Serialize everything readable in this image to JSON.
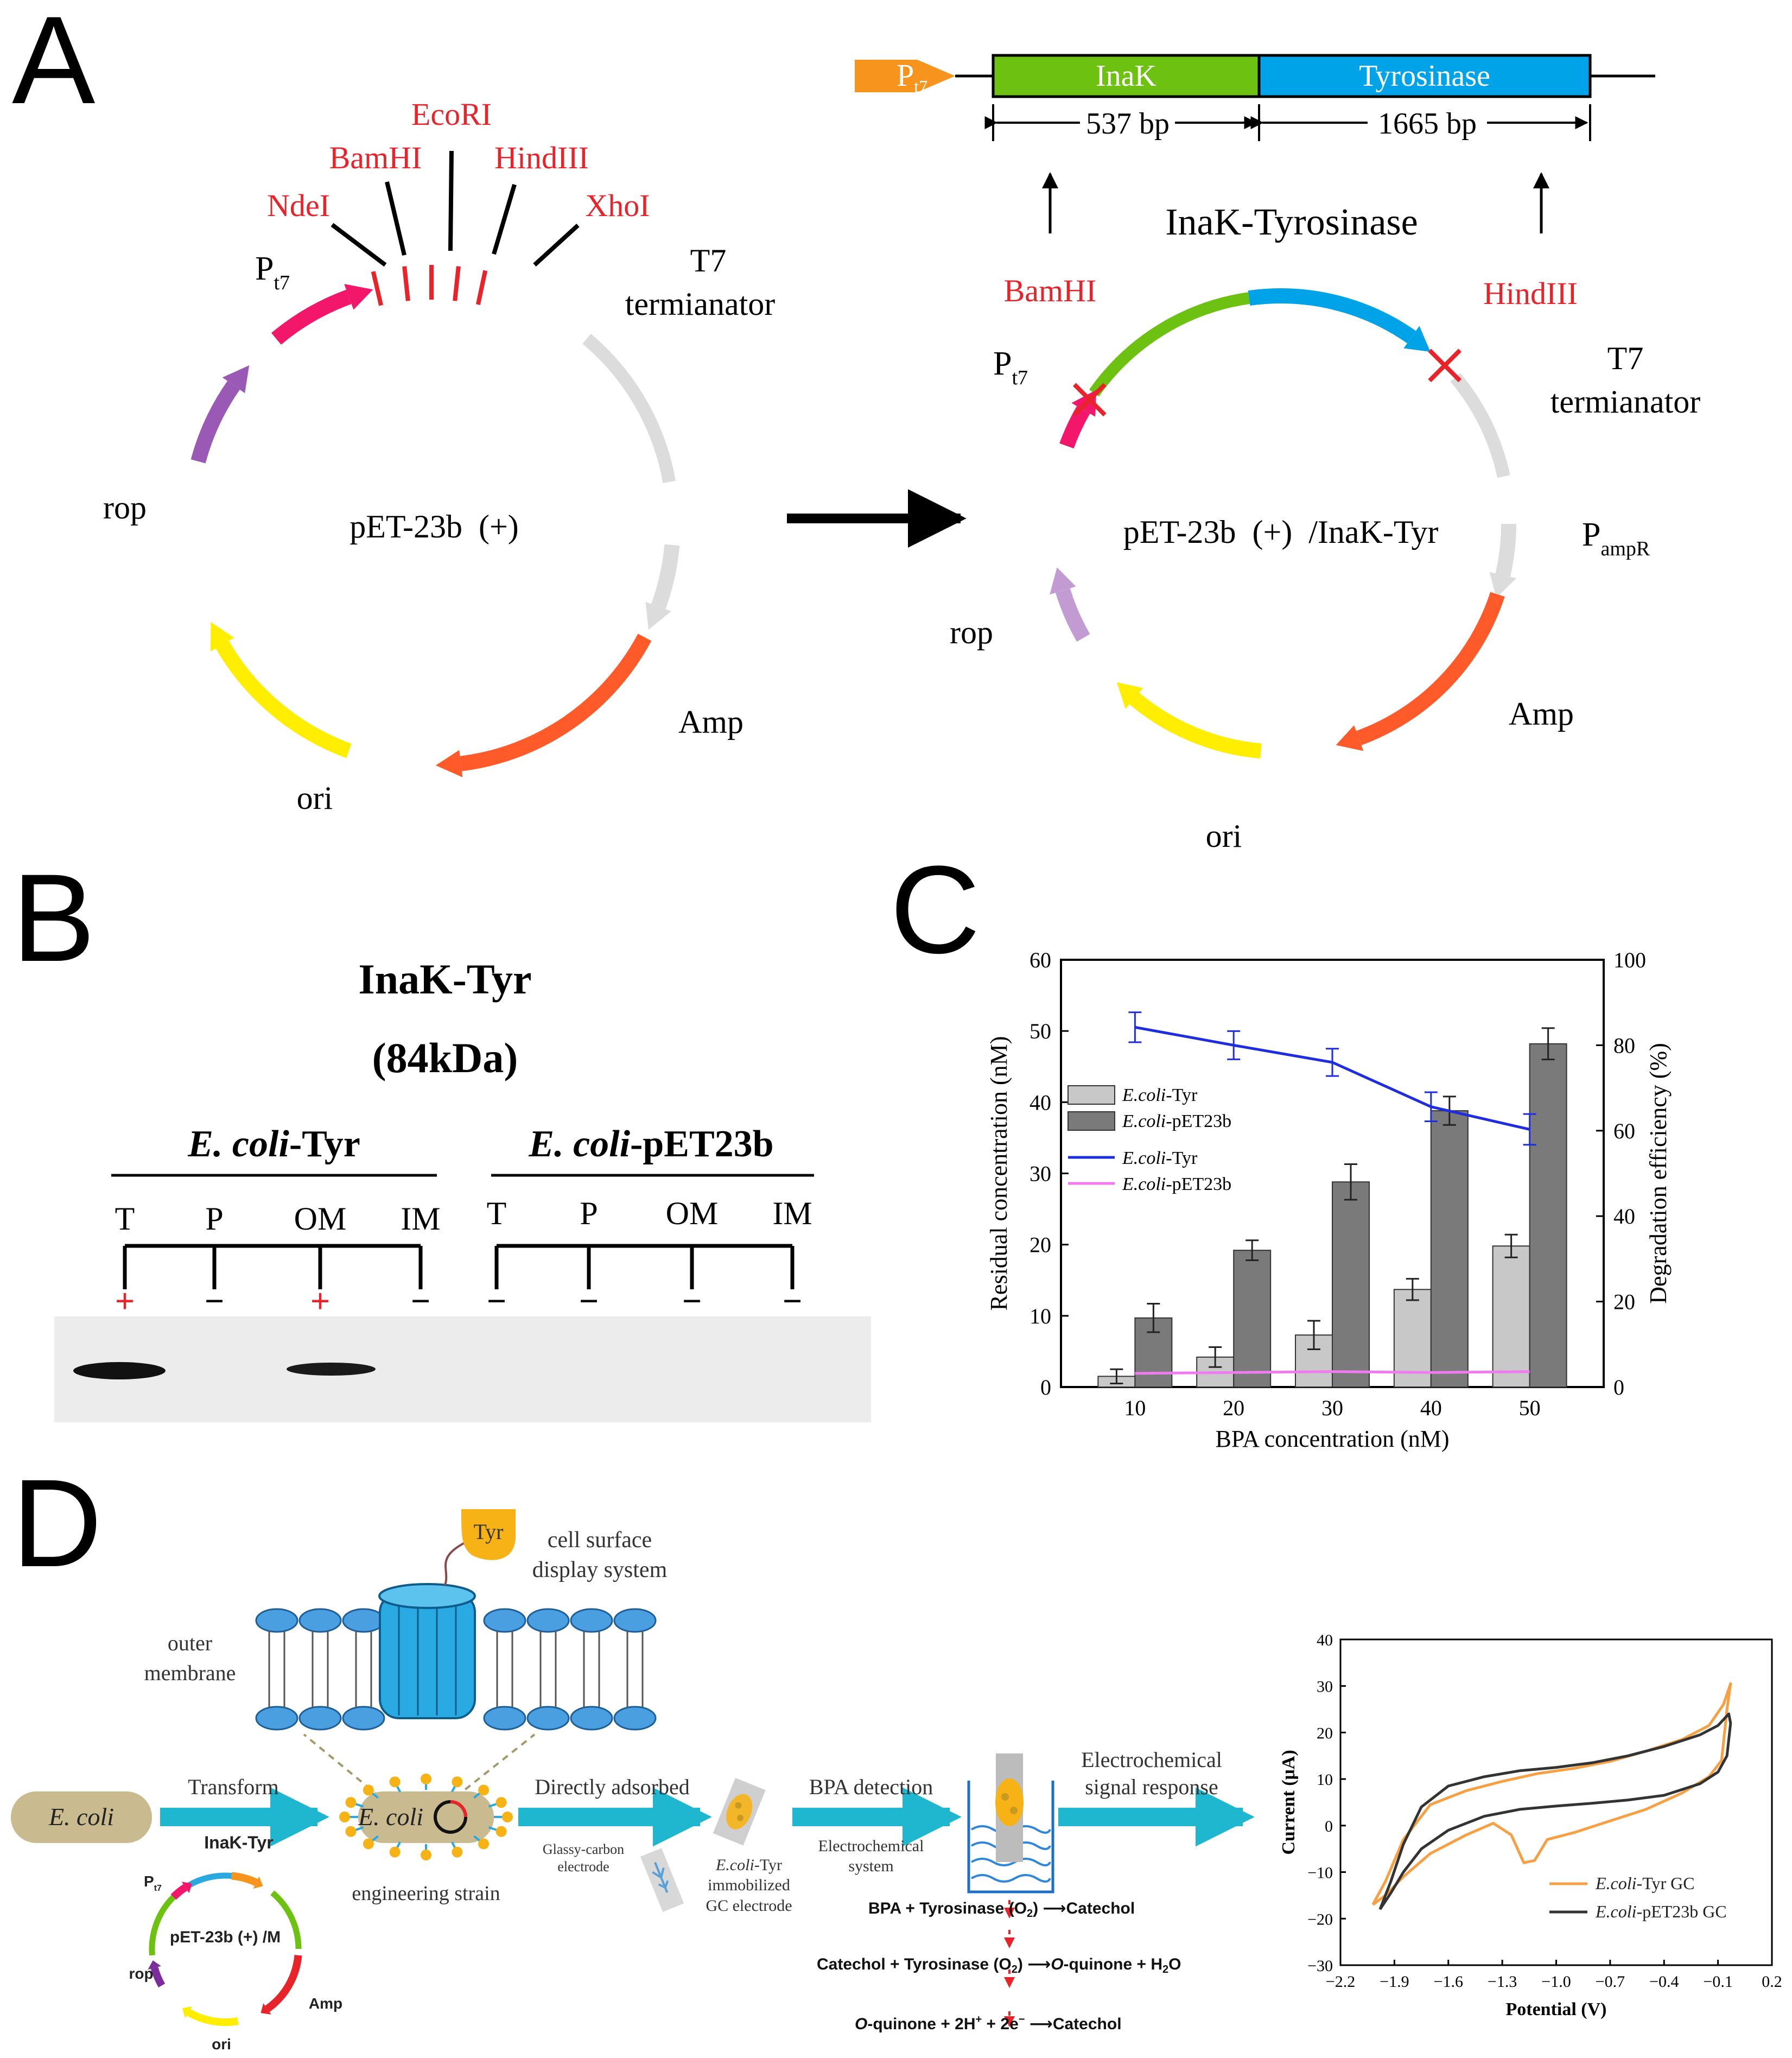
{
  "panels": {
    "a": "A",
    "b": "B",
    "c": "C",
    "d": "D"
  },
  "panel_a": {
    "cassette": {
      "promoter": "P",
      "promoter_sub": "t7",
      "inak": "InaK",
      "tyr": "Tyrosinase",
      "inak_bp": "537 bp",
      "tyr_bp": "1665 bp"
    },
    "left_plasmid": {
      "name": "pET-23b  (+)",
      "sites": [
        "NdeI",
        "BamHI",
        "EcoRI",
        "HindIII",
        "XhoI"
      ],
      "pt7": "P",
      "pt7_sub": "t7",
      "t7_line1": "T7",
      "t7_line2": "termianator",
      "rop": "rop",
      "amp": "Amp",
      "ori": "ori"
    },
    "right_plasmid": {
      "title": "InaK-Tyrosinase",
      "name": "pET-23b  (+)  /InaK-Tyr",
      "bamhi": "BamHI",
      "hindiii": "HindIII",
      "pt7": "P",
      "pt7_sub": "t7",
      "t7_line1": "T7",
      "t7_line2": "termianator",
      "pampr": "P",
      "pampr_sub": "ampR",
      "rop": "rop",
      "amp": "Amp",
      "ori": "ori"
    },
    "colors": {
      "red_label": "#e8232a",
      "promoter_orange": "#f7941d",
      "inak_green": "#6cc111",
      "tyr_blue": "#00a2e8",
      "pink": "#f2176a",
      "grey": "#dcdcdc",
      "orange_red": "#ff5a2a",
      "yellow": "#ffee00",
      "purple": "#9b59b6"
    }
  },
  "panel_b": {
    "title": "InaK-Tyr",
    "mass": "(84kDa)",
    "group1_italic": "E. coli",
    "group1_rest": "-Tyr",
    "group2_italic": "E. coli",
    "group2_rest": "-pET23b",
    "lanes1": [
      "T",
      "P",
      "OM",
      "IM"
    ],
    "lanes2": [
      "T",
      "P",
      "OM",
      "IM"
    ],
    "signs1": [
      "+",
      "−",
      "+",
      "−"
    ],
    "signs2": [
      "−",
      "−",
      "−",
      "−"
    ]
  },
  "chart_data": [
    {
      "type": "bar",
      "panel": "C",
      "categories": [
        "10",
        "20",
        "30",
        "40",
        "50"
      ],
      "xlabel": "BPA concentration (nM)",
      "ylabel": "Residual concentration (nM)",
      "y2label": "Degradation efficiency (%)",
      "ylim": [
        0,
        60
      ],
      "y2lim": [
        0,
        100
      ],
      "yticks": [
        0,
        10,
        20,
        30,
        40,
        50,
        60
      ],
      "y2ticks": [
        0,
        20,
        40,
        60,
        80,
        100
      ],
      "legend_position": "left, middle",
      "bar_series": [
        {
          "name": "E.coli-Tyr",
          "name_italic": "E.coli",
          "name_rest": "-Tyr",
          "values": [
            1.5,
            4.2,
            7.3,
            13.7,
            19.8
          ],
          "errors": [
            1.0,
            1.4,
            2.0,
            1.5,
            1.6
          ],
          "color": "#c8c8c8"
        },
        {
          "name": "E.coli-pET23b",
          "name_italic": "E.coli",
          "name_rest": "-pET23b",
          "values": [
            9.7,
            19.2,
            28.8,
            38.8,
            48.2
          ],
          "errors": [
            2.0,
            1.4,
            2.5,
            2.0,
            2.2
          ],
          "color": "#7a7a7a"
        }
      ],
      "line_series": [
        {
          "name": "E.coli-Tyr",
          "name_italic": "E.coli",
          "name_rest": "-Tyr",
          "axis": "right",
          "values": [
            84.2,
            80.0,
            76.0,
            65.6,
            60.3
          ],
          "errors": [
            3.5,
            3.3,
            3.2,
            3.4,
            3.6
          ],
          "color": "#1f2de0"
        },
        {
          "name": "E.coli-pET23b",
          "name_italic": "E.coli",
          "name_rest": "-pET23b",
          "axis": "right",
          "values": [
            3.2,
            3.4,
            3.6,
            3.4,
            3.6
          ],
          "color": "#f07bf0"
        }
      ]
    },
    {
      "type": "line",
      "panel": "D",
      "xlabel": "Potential (V)",
      "ylabel": "Current (μA)",
      "xlim": [
        -2.2,
        0.2
      ],
      "ylim": [
        -30,
        40
      ],
      "xticks": [
        -2.2,
        -1.9,
        -1.6,
        -1.3,
        -1.0,
        -0.7,
        -0.4,
        -0.1,
        0.2
      ],
      "xtick_labels": [
        "−2.2",
        "−1.9",
        "−1.6",
        "−1.3",
        "−1.0",
        "−0.7",
        "−0.4",
        "−0.1",
        "0.2"
      ],
      "yticks": [
        -30,
        -20,
        -10,
        0,
        10,
        20,
        30,
        40
      ],
      "ytick_labels": [
        "−30",
        "−20",
        "−10",
        "0",
        "10",
        "20",
        "30",
        "40"
      ],
      "legend_position": "bottom-right",
      "series": [
        {
          "name": "E.coli-Tyr GC",
          "name_italic": "E.coli",
          "name_rest": "-Tyr GC",
          "color": "#f7a043",
          "x": [
            -2.02,
            -1.95,
            -1.85,
            -1.7,
            -1.5,
            -1.3,
            -1.1,
            -0.9,
            -0.7,
            -0.5,
            -0.3,
            -0.15,
            -0.07,
            -0.03,
            -0.05,
            -0.08,
            -0.15,
            -0.3,
            -0.5,
            -0.7,
            -0.9,
            -1.05,
            -1.12,
            -1.18,
            -1.25,
            -1.35,
            -1.5,
            -1.7,
            -1.85,
            -1.95,
            -2.02
          ],
          "y": [
            -17,
            -12,
            -3,
            4.5,
            7.5,
            9.5,
            11.2,
            12.3,
            13.8,
            16.0,
            18.5,
            21.5,
            26.0,
            30.5,
            25.0,
            14.0,
            10.5,
            7.0,
            3.5,
            1.0,
            -1.5,
            -3.0,
            -7.5,
            -8.0,
            -2.0,
            0.5,
            -2.0,
            -6.0,
            -11.0,
            -15.0,
            -17.0
          ]
        },
        {
          "name": "E.coli-pET23b GC",
          "name_italic": "E.coli",
          "name_rest": "-pET23b GC",
          "color": "#333333",
          "x": [
            -1.98,
            -1.92,
            -1.85,
            -1.75,
            -1.6,
            -1.4,
            -1.2,
            -1.0,
            -0.8,
            -0.6,
            -0.4,
            -0.2,
            -0.1,
            -0.04,
            -0.03,
            -0.05,
            -0.1,
            -0.2,
            -0.4,
            -0.6,
            -0.8,
            -1.0,
            -1.2,
            -1.4,
            -1.6,
            -1.75,
            -1.85,
            -1.92,
            -1.98
          ],
          "y": [
            -18,
            -12,
            -4,
            4,
            8.5,
            10.5,
            11.8,
            12.5,
            13.5,
            15.0,
            17.0,
            19.5,
            21.5,
            24.0,
            22.0,
            15.0,
            11.5,
            9.0,
            6.5,
            5.5,
            4.8,
            4.2,
            3.5,
            2.0,
            -1.0,
            -5.0,
            -10.0,
            -14.5,
            -18.0
          ]
        }
      ]
    }
  ],
  "panel_d": {
    "tyr": "Tyr",
    "cell_surface_1": "cell surface",
    "cell_surface_2": "display  system",
    "outer_1": "outer",
    "outer_2": "membrane",
    "ecoli": "E. coli",
    "transform": "Transform",
    "inak_tyr": "InaK-Tyr",
    "engineering": "engineering strain",
    "directly": "Directly adsorbed",
    "gce_1": "Glassy-carbon",
    "gce_2": "electrode",
    "imm_1_italic": "E.coli",
    "imm_1_rest": "-Tyr",
    "imm_2": "immobilized",
    "imm_3": "GC electrode",
    "bpa_det": "BPA detection",
    "echem_1": "Electrochemical",
    "echem_2": "system",
    "signal_1": "Electrochemical",
    "signal_2": "signal response",
    "mini_plasmid": "pET-23b (+) /M",
    "mini_pt7": "P",
    "mini_pt7_sub": "t7",
    "mini_rop": "rop",
    "mini_amp": "Amp",
    "mini_ori": "ori",
    "eq1_a": "BPA + Tyrosinase (O",
    "eq1_sub": "2",
    "eq1_b": ") ",
    "eq1_arrow": "⟶",
    "eq1_c": "Catechol",
    "eq2_a": "Catechol + Tyrosinase (O",
    "eq2_sub": "2",
    "eq2_b": ") ",
    "eq2_arrow": "⟶",
    "eq2_c_italic": "O",
    "eq2_c": "-quinone + H",
    "eq2_sub2": "2",
    "eq2_d": "O",
    "eq3_a_italic": "O",
    "eq3_a": "-quinone + 2H",
    "eq3_sup1": "+",
    "eq3_b": " + 2e",
    "eq3_sup2": "−",
    "eq3_c": " ",
    "eq3_arrow": "⟶",
    "eq3_d": "Catechol"
  }
}
